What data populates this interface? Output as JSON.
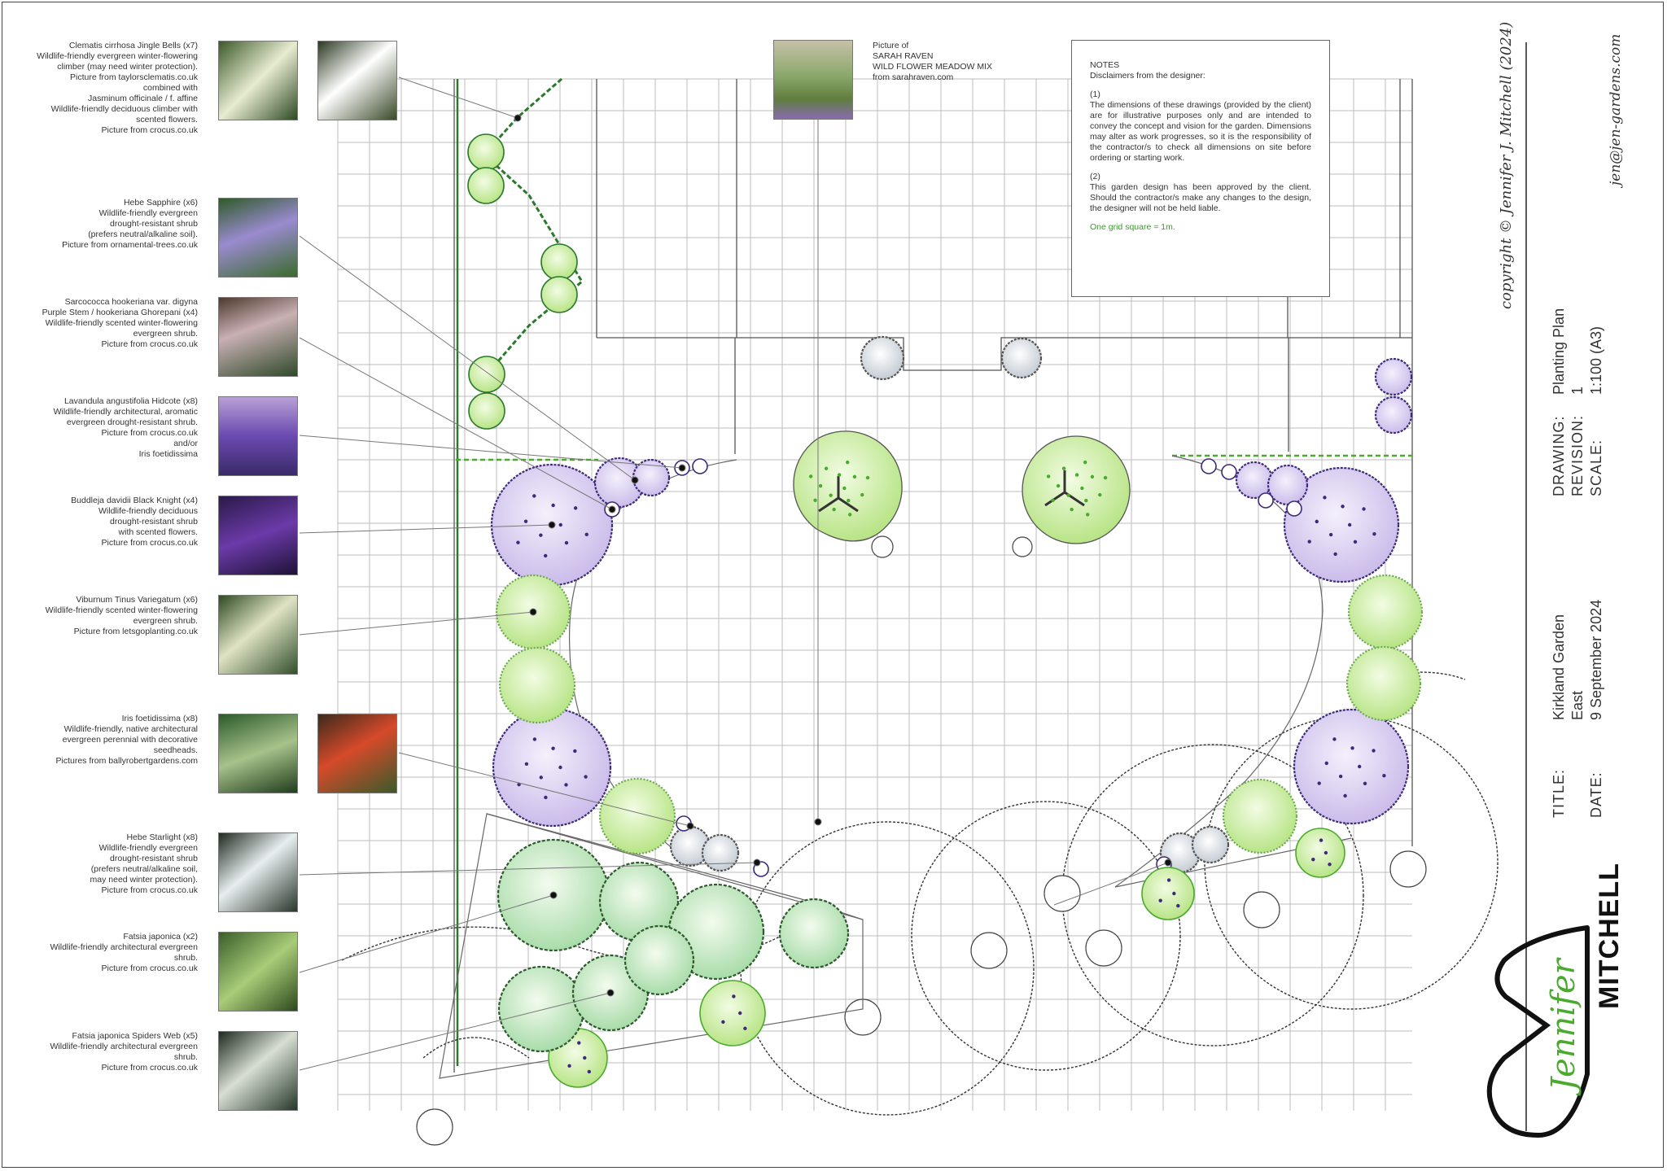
{
  "colors": {
    "accent_green": "#4aaa2e",
    "light_green": "#c9ec9c",
    "lavender": "#c9b8ec",
    "dark_purple": "#3d2a7a",
    "grid": "#b9b9b9",
    "ink": "#222222"
  },
  "plants": [
    {
      "lines": [
        "Clematis cirrhosa Jingle Bells (x7)",
        "Wildlife-friendly evergreen winter-flowering",
        "climber (may need winter protection).",
        "Picture from taylorsclematis.co.uk",
        "combined with",
        "Jasminum officinale / f. affine",
        "Wildlife-friendly deciduous climber with",
        "scented flowers.",
        "Picture from crocus.co.uk"
      ]
    },
    {
      "lines": [
        "Hebe Sapphire (x6)",
        "Wildlife-friendly evergreen",
        "drought-resistant shrub",
        "(prefers neutral/alkaline soil).",
        "Picture from ornamental-trees.co.uk"
      ]
    },
    {
      "lines": [
        "Sarcococca hookeriana var. digyna",
        "Purple Stem / hookeriana Ghorepani (x4)",
        "Wildlife-friendly scented winter-flowering",
        "evergreen shrub.",
        "Picture from crocus.co.uk"
      ]
    },
    {
      "lines": [
        "Lavandula angustifolia Hidcote (x8)",
        "Wildlife-friendly architectural, aromatic",
        "evergreen drought-resistant shrub.",
        "Picture from crocus.co.uk",
        "and/or",
        "Iris foetidissima"
      ]
    },
    {
      "lines": [
        "Buddleja davidii Black Knight (x4)",
        "Wildlife-friendly deciduous",
        "drought-resistant shrub",
        "with scented flowers.",
        "Picture from crocus.co.uk"
      ]
    },
    {
      "lines": [
        "Viburnum Tinus Variegatum (x6)",
        "Wildlife-friendly scented winter-flowering",
        "evergreen shrub.",
        "Picture from letsgoplanting.co.uk"
      ]
    },
    {
      "lines": [
        "Iris foetidissima (x8)",
        "Wildlife-friendly, native architectural",
        "evergreen perennial with decorative",
        "seedheads.",
        "Pictures from ballyrobertgardens.com"
      ]
    },
    {
      "lines": [
        "Hebe Starlight (x8)",
        "Wildlife-friendly evergreen",
        "drought-resistant shrub",
        "(prefers neutral/alkaline soil,",
        "may need winter protection).",
        "Picture from crocus.co.uk"
      ]
    },
    {
      "lines": [
        "Fatsia japonica (x2)",
        "Wildlife-friendly architectural evergreen",
        "shrub.",
        "Picture from crocus.co.uk"
      ]
    },
    {
      "lines": [
        "Fatsia japonica Spiders Web (x5)",
        "Wildlife-friendly architectural evergreen",
        "shrub.",
        "Picture from crocus.co.uk"
      ]
    }
  ],
  "meadow": {
    "lines": [
      "Picture of",
      "SARAH RAVEN",
      "WILD FLOWER MEADOW MIX",
      "from sarahraven.com"
    ]
  },
  "notes": {
    "heading": "NOTES",
    "subheading": "Disclaimers from the designer:",
    "p1_num": "(1)",
    "p1": "The dimensions of these drawings (provided by the client) are for illustrative purposes only and are intended to convey the concept and vision for the garden. Dimensions may alter as work progresses, so it is the responsibility of the contractor/s to check all dimensions on site before ordering or starting work.",
    "p2_num": "(2)",
    "p2": "This garden design has been approved by the client. Should the contractor/s make any changes to the design, the designer will not be held liable.",
    "grid_note": "One grid square = 1m."
  },
  "title_block": {
    "copyright": "copyright © Jennifer J. Mitchell (2024)",
    "email": "jen@jen-gardens.com",
    "drawing_label": "DRAWING:",
    "drawing_value": "Planting Plan",
    "revision_label": "REVISION:",
    "revision_value": "1",
    "scale_label": "SCALE:",
    "scale_value": "1:100 (A3)",
    "title_label": "TITLE:",
    "title_value_1": "Kirkland Garden",
    "title_value_2": "East",
    "date_label": "DATE:",
    "date_value": "9 September 2024",
    "logo_script": "Jennifer",
    "logo_bold": "MITCHELL"
  }
}
